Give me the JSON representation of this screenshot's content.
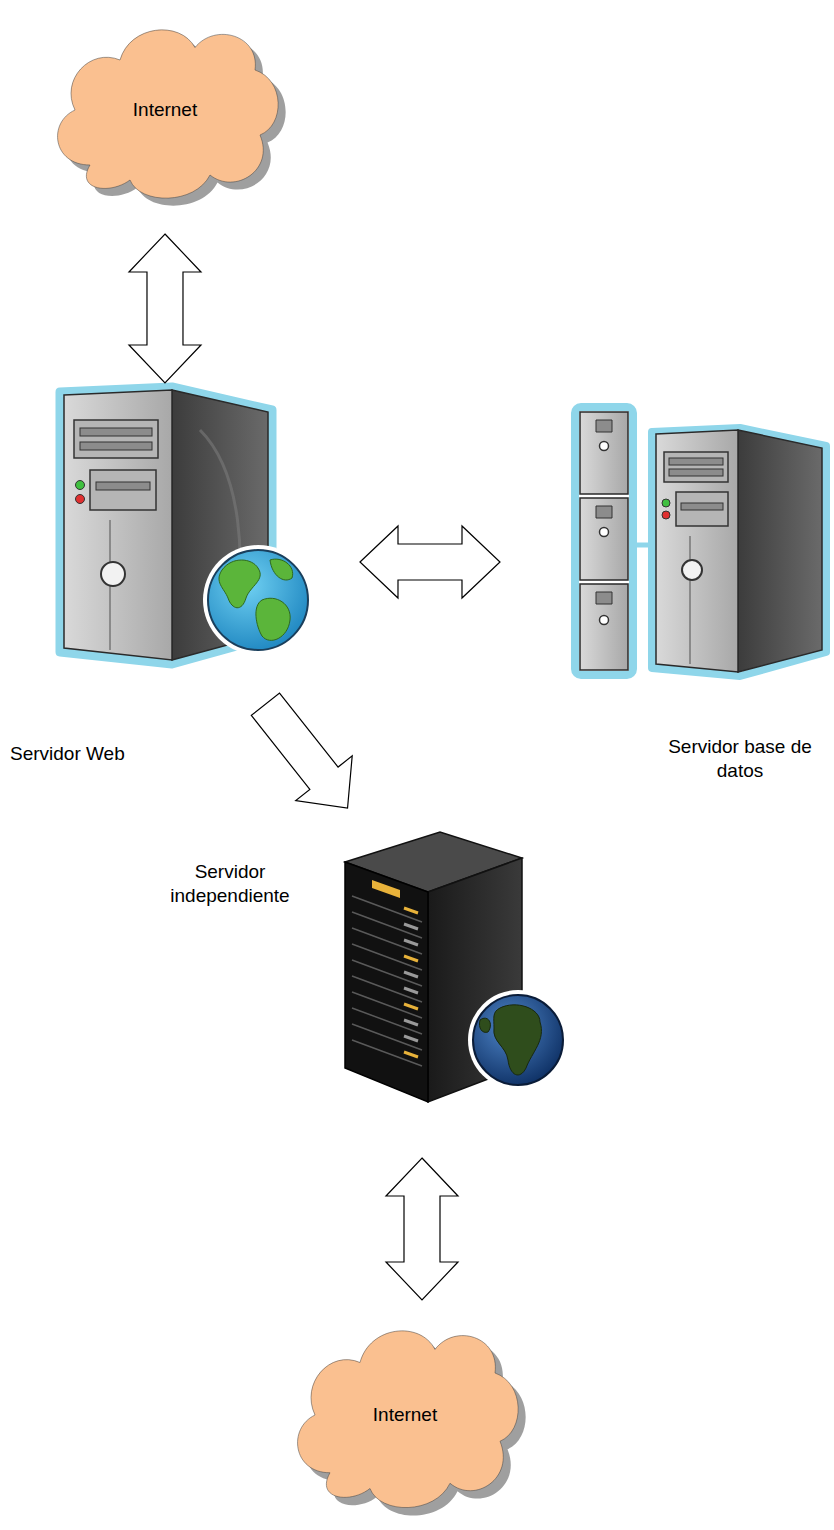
{
  "diagram": {
    "nodes": [
      {
        "text": [
          "Internet"
        ]
      },
      {
        "text": [
          "Servidor Web"
        ]
      },
      {
        "text": [
          "Servidor base de datos"
        ]
      },
      {
        "text": [
          "Servidor independiente"
        ]
      },
      {
        "text": [
          "Internet"
        ]
      }
    ],
    "edges": [
      {
        "from": 0,
        "to": 1,
        "arrow": "both"
      },
      {
        "from": 1,
        "to": 2,
        "arrow": "both"
      },
      {
        "from": 1,
        "to": 3,
        "arrow": "to"
      },
      {
        "from": 3,
        "to": 4,
        "arrow": "both"
      }
    ]
  }
}
